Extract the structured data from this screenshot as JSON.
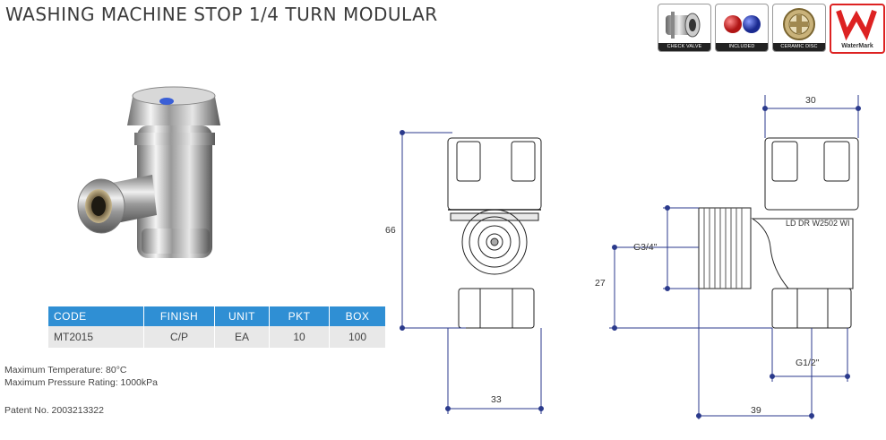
{
  "title": "WASHING MACHINE STOP 1/4 TURN MODULAR",
  "badges": [
    {
      "label": "CHECK VALVE",
      "icon": "check-valve-icon"
    },
    {
      "label": "INCLUDED",
      "icon": "hot-cold-indicators-icon"
    },
    {
      "label": "CERAMIC DISC",
      "icon": "ceramic-disc-icon"
    },
    {
      "label": "WaterMark",
      "icon": "watermark-logo-icon"
    }
  ],
  "table": {
    "headers": [
      "CODE",
      "FINISH",
      "UNIT",
      "PKT",
      "BOX"
    ],
    "row": [
      "MT2015",
      "C/P",
      "EA",
      "10",
      "100"
    ]
  },
  "notes": {
    "max_temp": "Maximum Temperature: 80°C",
    "max_pressure": "Maximum Pressure Rating: 1000kPa",
    "patent": "Patent No. 2003213322"
  },
  "dimensions": {
    "front_height": "66",
    "front_width": "33",
    "side_top_width": "30",
    "inlet_thread": "G3/4\"",
    "outlet_height": "27",
    "outlet_thread": "G1/2\"",
    "side_width": "39",
    "body_marking": "LD DR W2502 WI"
  },
  "colors": {
    "table_header": "#2f8fd4",
    "dimension_line": "#2b3a8c",
    "hot": "#d42a2a",
    "cold": "#2a3fb0"
  }
}
